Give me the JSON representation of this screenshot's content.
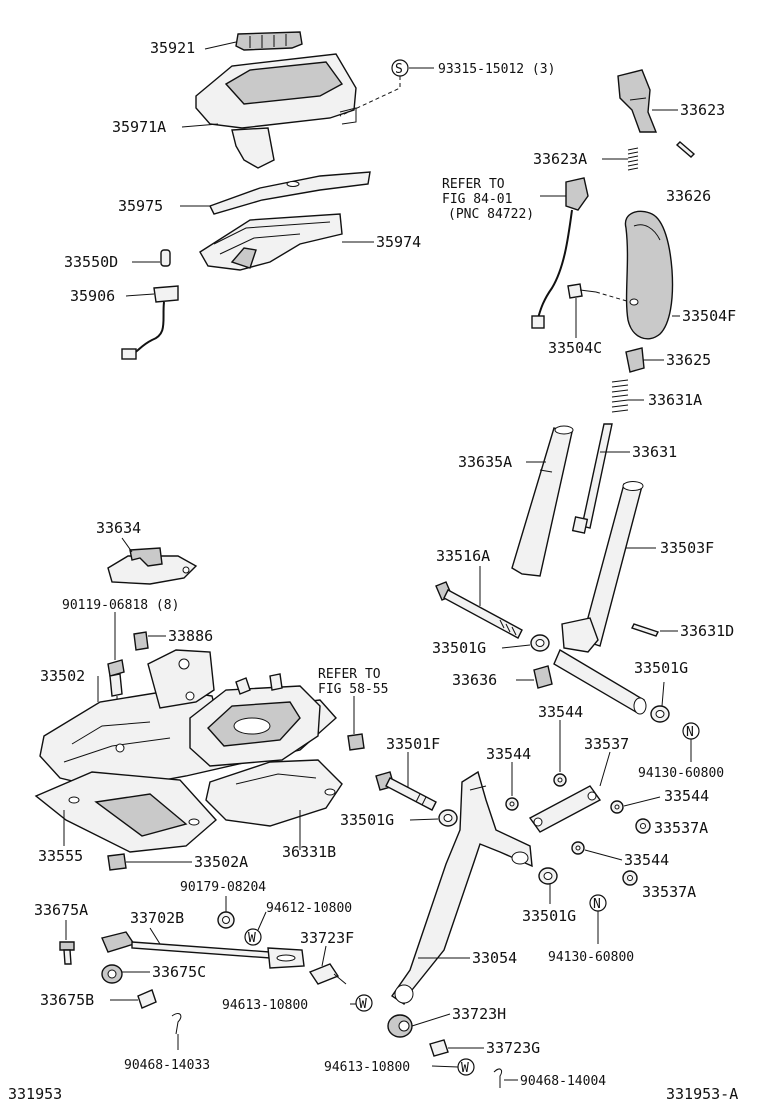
{
  "diagram": {
    "footer_left": "331953",
    "footer_right": "331953-A",
    "labels": {
      "p35921": "35921",
      "p93315": "93315-15012 (3)",
      "p35971A": "35971A",
      "p33623": "33623",
      "p33623A": "33623A",
      "p33626": "33626",
      "p35975": "35975",
      "refer_a_1": "REFER TO",
      "refer_a_2": "FIG 84-01",
      "refer_a_3": "(PNC 84722)",
      "p35974": "35974",
      "p33550D": "33550D",
      "p35906": "35906",
      "p33504F": "33504F",
      "p33504C": "33504C",
      "p33625": "33625",
      "p33631A": "33631A",
      "p33631": "33631",
      "p33635A": "33635A",
      "p33634": "33634",
      "p33516A": "33516A",
      "p33503F": "33503F",
      "p90119": "90119-06818 (8)",
      "p33886": "33886",
      "p33631D": "33631D",
      "p33501G_a": "33501G",
      "p33502": "33502",
      "refer_b_1": "REFER TO",
      "refer_b_2": "FIG 58-55",
      "p33636": "33636",
      "p33501G_b": "33501G",
      "p33544_a": "33544",
      "p33501F": "33501F",
      "p33544_b": "33544",
      "p33537": "33537",
      "p94130_a": "94130-60800",
      "p33544_c": "33544",
      "p33501G_c": "33501G",
      "p33537A_a": "33537A",
      "p33555": "33555",
      "p36331B": "36331B",
      "p33502A": "33502A",
      "p33544_d": "33544",
      "p90179": "90179-08204",
      "p33537A_b": "33537A",
      "p33675A": "33675A",
      "p33702B": "33702B",
      "p94612": "94612-10800",
      "p33501G_d": "33501G",
      "p94130_b": "94130-60800",
      "p33723F": "33723F",
      "p33054": "33054",
      "p33675C": "33675C",
      "p33675B": "33675B",
      "p94613_a": "94613-10800",
      "p33723H": "33723H",
      "p33723G": "33723G",
      "p90468_a": "90468-14033",
      "p94613_b": "94613-10800",
      "p90468_b": "90468-14004"
    },
    "symbols": {
      "s_circle": "S",
      "n_circle_a": "N",
      "n_circle_b": "N",
      "w_circle_a": "W",
      "w_circle_b": "W",
      "w_circle_c": "W"
    }
  }
}
